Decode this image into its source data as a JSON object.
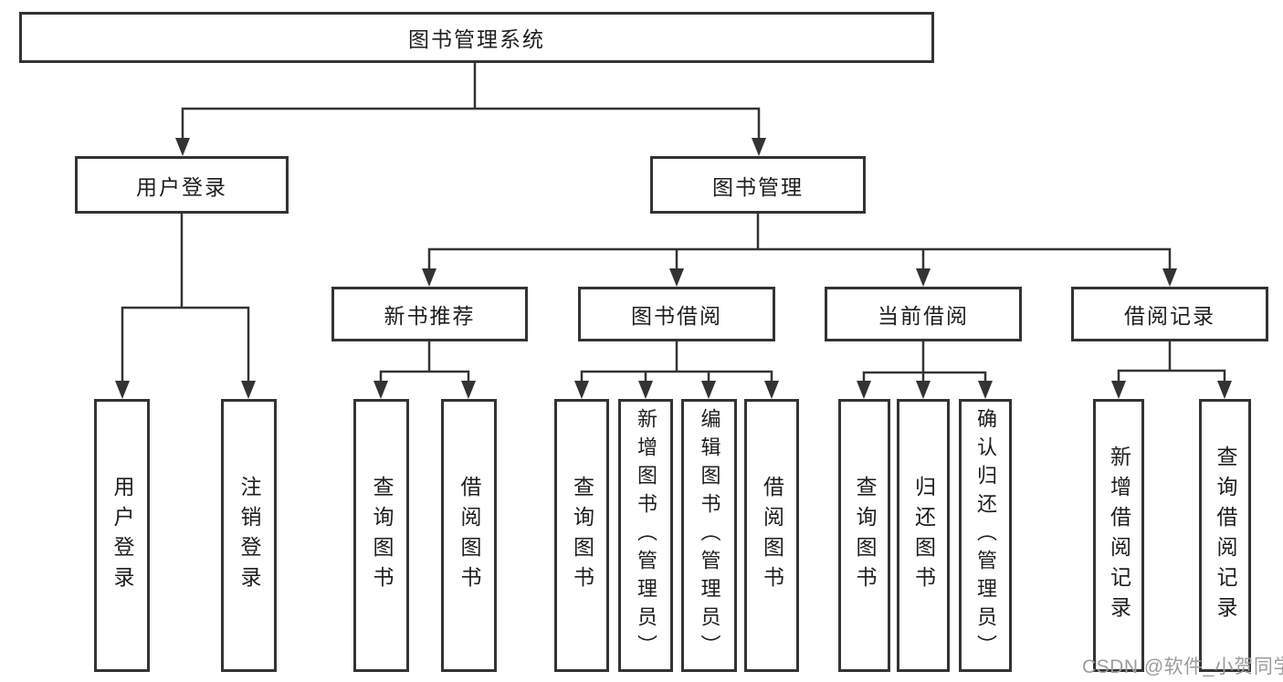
{
  "title": "图书管理系统",
  "watermark": "CSDN @软件_小贺同学",
  "colors": {
    "line": "#333333",
    "box_border": "#333333",
    "box_fill": "#ffffff",
    "text": "#1d1d1d",
    "watermark": "#9c9c9c",
    "background": "#ffffff"
  },
  "tree": {
    "root": {
      "label": "图书管理系统"
    },
    "branches": [
      {
        "label": "用户登录",
        "leaves": [
          {
            "label": "用户登录"
          },
          {
            "label": "注销登录"
          }
        ]
      },
      {
        "label": "图书管理",
        "groups": [
          {
            "label": "新书推荐",
            "leaves": [
              {
                "label": "查询图书"
              },
              {
                "label": "借阅图书"
              }
            ]
          },
          {
            "label": "图书借阅",
            "leaves": [
              {
                "label": "查询图书"
              },
              {
                "label": "新增图书（管理员）"
              },
              {
                "label": "编辑图书（管理员）"
              },
              {
                "label": "借阅图书"
              }
            ]
          },
          {
            "label": "当前借阅",
            "leaves": [
              {
                "label": "查询图书"
              },
              {
                "label": "归还图书"
              },
              {
                "label": "确认归还（管理员）"
              }
            ]
          },
          {
            "label": "借阅记录",
            "leaves": [
              {
                "label": "新增借阅记录"
              },
              {
                "label": "查询借阅记录"
              }
            ]
          }
        ]
      }
    ]
  }
}
